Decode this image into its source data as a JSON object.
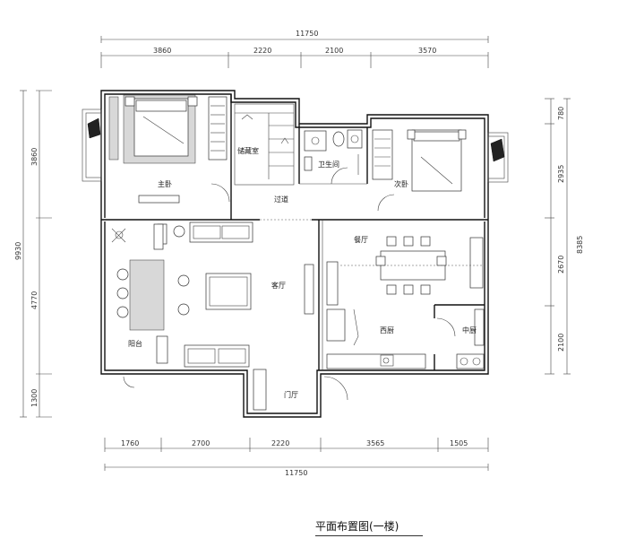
{
  "title": "平面布置图(一楼)",
  "dimensions": {
    "top_total": "11750",
    "top_segments": [
      "3860",
      "2220",
      "2100",
      "3570"
    ],
    "bottom_total": "11750",
    "bottom_segments": [
      "1760",
      "2700",
      "2220",
      "3565",
      "1505"
    ],
    "left_total": "9930",
    "left_segments": [
      "3860",
      "4770",
      "1300"
    ],
    "right_total": "8385",
    "right_segments": [
      "780",
      "2935",
      "2670",
      "2100"
    ]
  },
  "rooms": {
    "master_bedroom": "主卧",
    "storage": "储藏室",
    "bathroom": "卫生间",
    "second_bedroom": "次卧",
    "corridor": "过道",
    "living_room": "客厅",
    "dining_room": "餐厅",
    "balcony": "阳台",
    "kitchen": "西厨",
    "chinese_kitchen": "中厨",
    "foyer": "门厅"
  }
}
